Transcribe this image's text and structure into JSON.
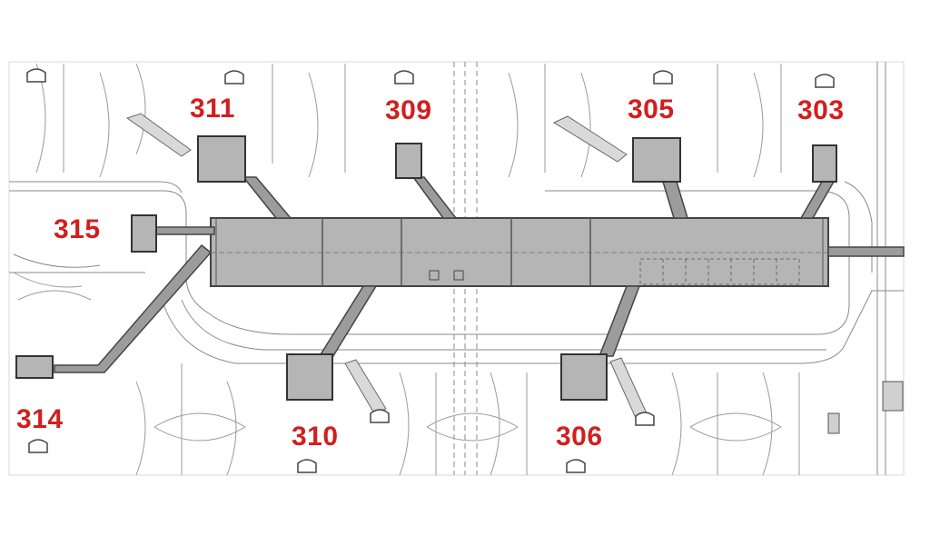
{
  "gates": [
    {
      "id": "gate-311",
      "label": "311"
    },
    {
      "id": "gate-309",
      "label": "309"
    },
    {
      "id": "gate-305",
      "label": "305"
    },
    {
      "id": "gate-303",
      "label": "303"
    },
    {
      "id": "gate-315",
      "label": "315"
    },
    {
      "id": "gate-314",
      "label": "314"
    },
    {
      "id": "gate-310",
      "label": "310"
    },
    {
      "id": "gate-306",
      "label": "306"
    }
  ],
  "colors": {
    "label_text": "#d11f1f",
    "building_fill": "#b5b5b5",
    "line": "#5a5a5a",
    "background": "#ffffff"
  }
}
